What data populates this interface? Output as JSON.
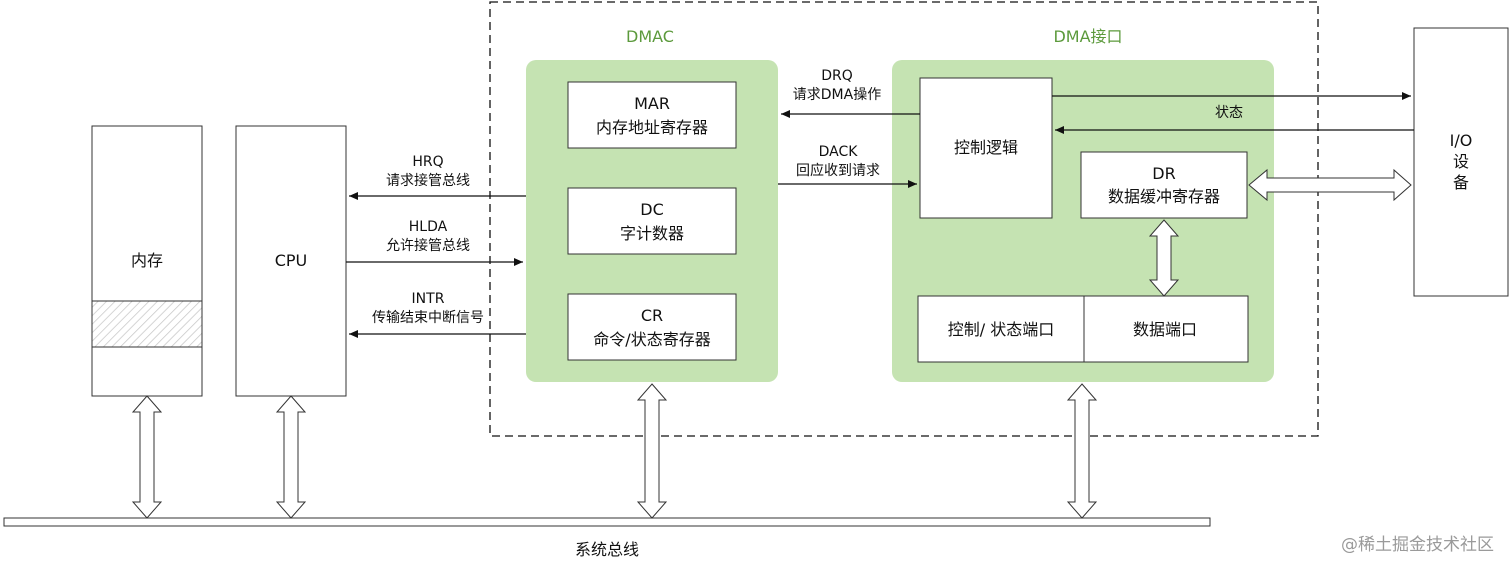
{
  "dmac": {
    "title": "DMAC",
    "mar": {
      "abbr": "MAR",
      "label": "内存地址寄存器"
    },
    "dc": {
      "abbr": "DC",
      "label": "字计数器"
    },
    "cr": {
      "abbr": "CR",
      "label": "命令/状态寄存器"
    }
  },
  "dma_interface": {
    "title": "DMA接口",
    "control_logic": "控制逻辑",
    "dr": {
      "abbr": "DR",
      "label": "数据缓冲寄存器"
    },
    "control_status_port": "控制/ 状态端口",
    "data_port": "数据端口"
  },
  "memory": {
    "label": "内存"
  },
  "cpu": {
    "label": "CPU"
  },
  "io_device": {
    "line1": "I/O",
    "line2": "设",
    "line3": "备"
  },
  "signals": {
    "hrq": {
      "abbr": "HRQ",
      "label": "请求接管总线"
    },
    "hlda": {
      "abbr": "HLDA",
      "label": "允许接管总线"
    },
    "intr": {
      "abbr": "INTR",
      "label": "传输结束中断信号"
    },
    "drq": {
      "abbr": "DRQ",
      "label": "请求DMA操作"
    },
    "dack": {
      "abbr": "DACK",
      "label": "回应收到请求"
    },
    "status": "状态"
  },
  "system_bus": {
    "label": "系统总线"
  },
  "watermark": "@稀土掘金技术社区",
  "colors": {
    "green_fill": "#c5e3b2",
    "green_text": "#5c9a3c",
    "line": "#111111"
  }
}
